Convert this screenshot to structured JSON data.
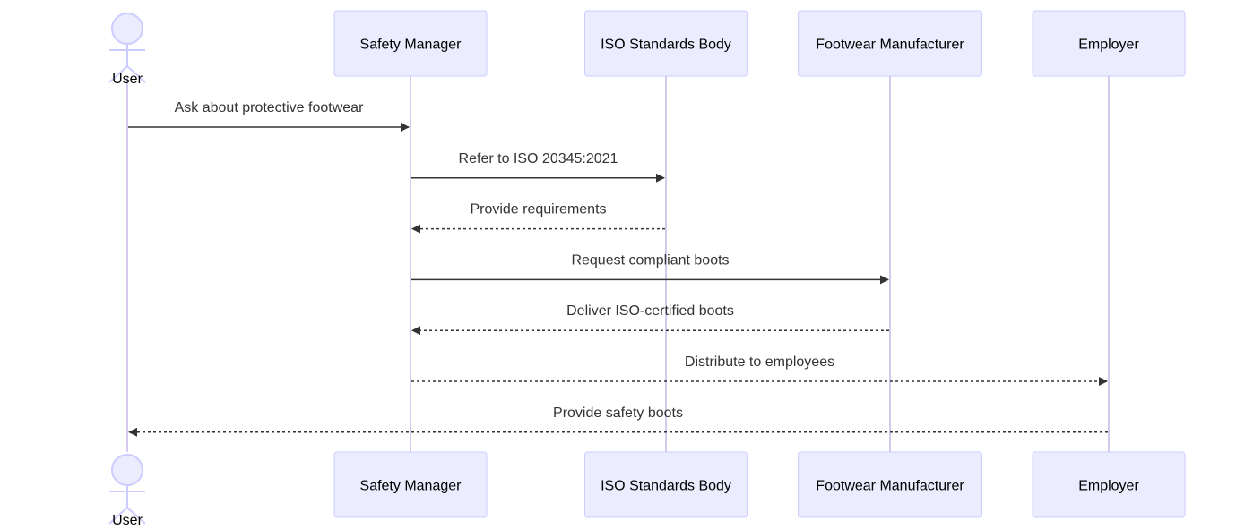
{
  "participants": [
    {
      "id": "user",
      "label": "User",
      "kind": "actor"
    },
    {
      "id": "safety",
      "label": "Safety Manager",
      "kind": "participant"
    },
    {
      "id": "iso",
      "label": "ISO Standards Body",
      "kind": "participant"
    },
    {
      "id": "footwear",
      "label": "Footwear Manufacturer",
      "kind": "participant"
    },
    {
      "id": "employer",
      "label": "Employer",
      "kind": "participant"
    }
  ],
  "messages": [
    {
      "from": "user",
      "to": "safety",
      "text": "Ask about protective footwear",
      "style": "solid"
    },
    {
      "from": "safety",
      "to": "iso",
      "text": "Refer to ISO 20345:2021",
      "style": "solid"
    },
    {
      "from": "iso",
      "to": "safety",
      "text": "Provide requirements",
      "style": "dashed"
    },
    {
      "from": "safety",
      "to": "footwear",
      "text": "Request compliant boots",
      "style": "solid"
    },
    {
      "from": "footwear",
      "to": "safety",
      "text": "Deliver ISO-certified boots",
      "style": "dashed"
    },
    {
      "from": "safety",
      "to": "employer",
      "text": "Distribute to employees",
      "style": "dashed"
    },
    {
      "from": "employer",
      "to": "user",
      "text": "Provide safety boots",
      "style": "dashed"
    }
  ],
  "colors": {
    "box_fill": "#ececff",
    "box_stroke": "#ccccff",
    "lifeline": "#d5c9f0",
    "message": "#333333"
  }
}
